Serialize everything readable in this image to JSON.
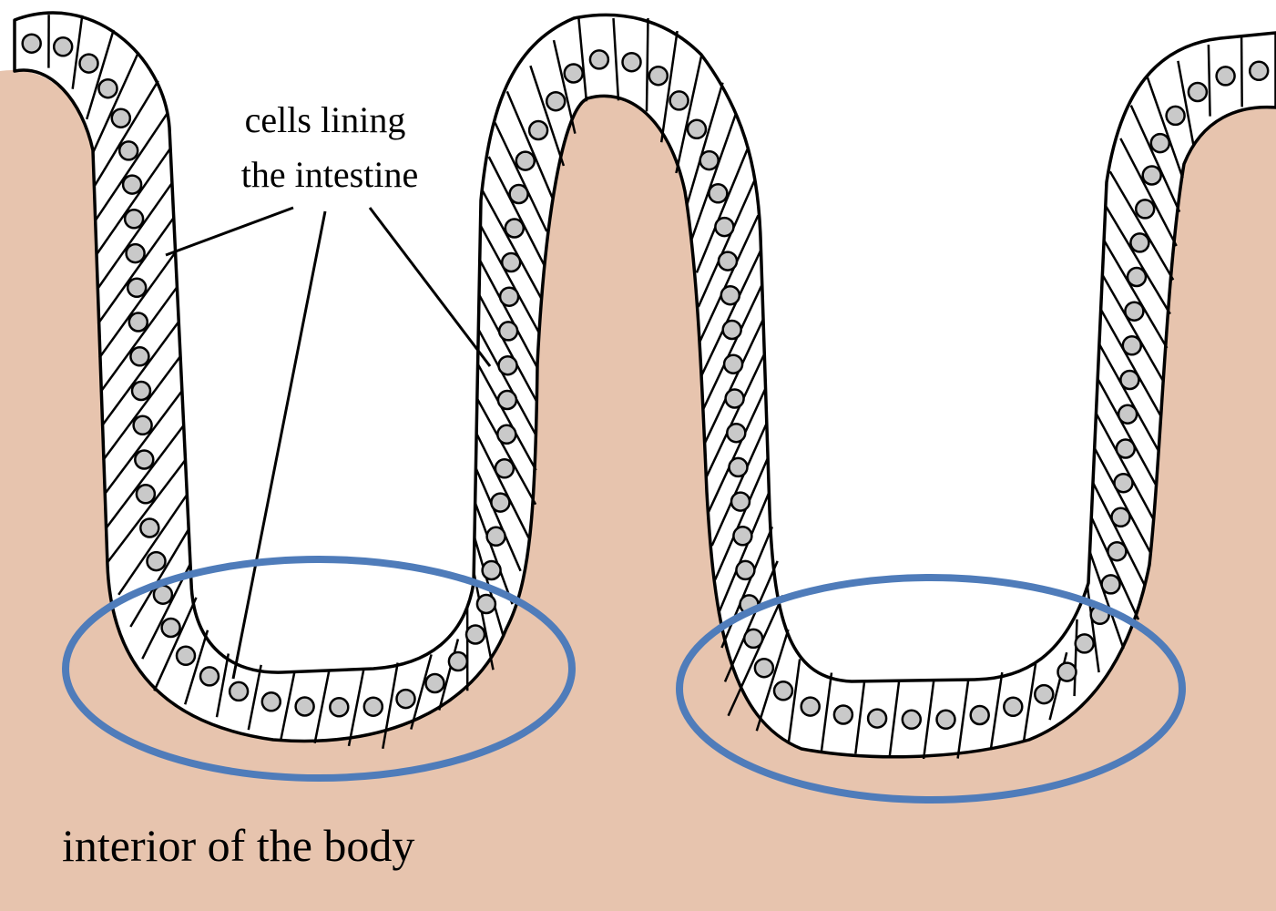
{
  "labels": {
    "callout_line1": "cells lining",
    "callout_line2": "the intestine",
    "interior": "interior of the body"
  },
  "colors": {
    "tissue": "#e7c4ae",
    "lumen": "#ffffff",
    "cell_fill": "#ffffff",
    "cell_outline": "#000000",
    "nucleus": "#c9c9c9",
    "highlight_ellipse": "#4f7cba"
  },
  "diagram": {
    "subject": "intestinal villi and crypts",
    "villi_count": 3,
    "highlighted_regions": 2
  }
}
